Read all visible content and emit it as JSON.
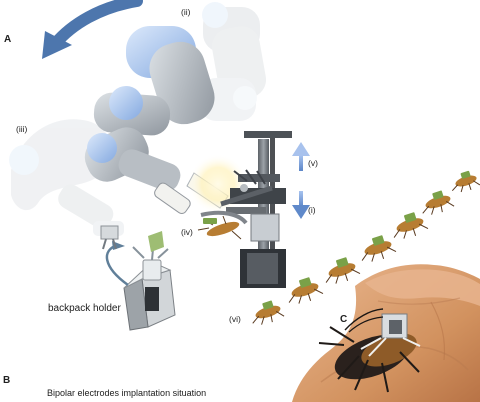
{
  "labels": {
    "panel_a": "A",
    "panel_b": "B",
    "panel_c": "C",
    "step_ii": "(ii)",
    "step_iii": "(iii)",
    "step_iv": "(iv)",
    "step_v": "(v)",
    "step_i": "(i)",
    "step_vi": "(vi)",
    "backpack_holder": "backpack holder",
    "electrodes_caption": "Bipolar electrodes implantation situation"
  },
  "colors": {
    "arrow_blue": "#4d76ad",
    "robot_gray": "#a7adb3",
    "robot_blue": "#a9c2ea",
    "lift_gray": "#6f747a",
    "hand_skin": "#d69b6f",
    "insect_brown": "#b77d33",
    "insect_green": "#7aa148"
  }
}
